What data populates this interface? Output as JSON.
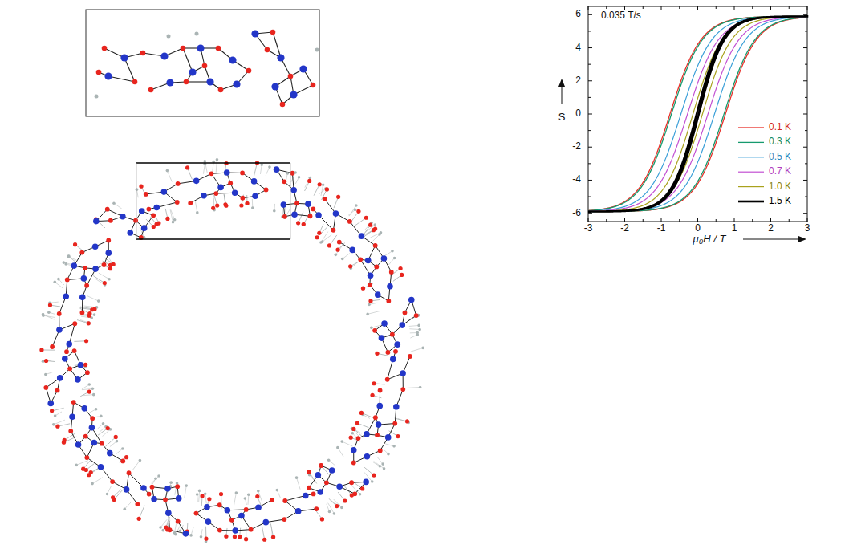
{
  "diagram": {
    "labels": [
      "0.035 T/s",
      "S",
      "μ₀H / T",
      "6",
      "4",
      "2",
      "0",
      "-2",
      "-4",
      "-6",
      "-3",
      "-2",
      "-1",
      "0",
      "1",
      "2",
      "3"
    ],
    "legend": [
      {
        "text": "0.1 K"
      },
      {
        "text": "0.3 K"
      },
      {
        "text": "0.5 K"
      },
      {
        "text": "0.7 K"
      },
      {
        "text": "1.0 K"
      },
      {
        "text": "1.5 K"
      }
    ]
  }
}
